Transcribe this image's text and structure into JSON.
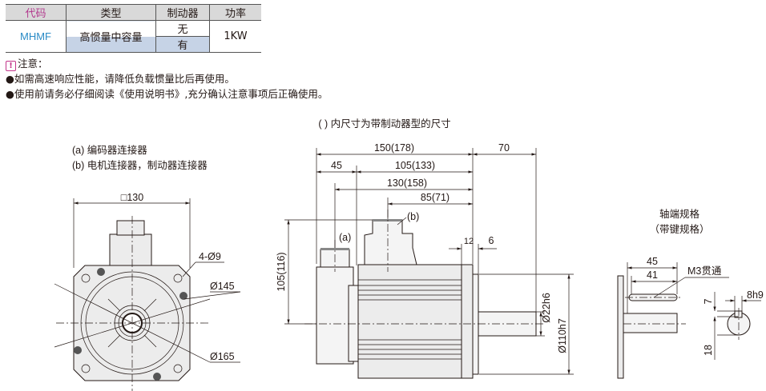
{
  "spec_table": {
    "headers": {
      "code": "代码",
      "type": "类型",
      "brake": "制动器",
      "power": "功率"
    },
    "row": {
      "code": "MHMF",
      "type": "高惯量中容量",
      "brake_options": [
        "无",
        "有"
      ],
      "power": "1KW"
    }
  },
  "notes": {
    "title": "注意：",
    "items": [
      "●如需高速响应性能，请降低负载惯量比后再使用。",
      "●使用前请务必仔细阅读《使用说明书》,充分确认注意事项后正确使用。"
    ]
  },
  "drawing": {
    "caption": "( ) 内尺寸为带制动器型的尺寸",
    "legend": [
      "(a) 编码器连接器",
      "(b) 电机连接器，制动器连接器"
    ],
    "front_view": {
      "square": "□130",
      "holes": "4-Ø9",
      "pcd": "Ø145",
      "outer": "Ø165"
    },
    "side_view": {
      "total_length": "150(178)",
      "shaft_length": "70",
      "encoder_offset": "45",
      "body_length": "105(133)",
      "connector_a_pos": "130(158)",
      "connector_b_pos": "85(71)",
      "flange_thickness": "12",
      "pilot": "6",
      "height": "105(116)",
      "shaft_dia": "Ø22h6",
      "pilot_dia": "Ø110h7",
      "label_a": "(a)",
      "label_b": "(b)"
    },
    "shaft_detail": {
      "title": "轴端规格",
      "subtitle": "（带键规格）",
      "len1": "45",
      "len2": "41",
      "thread": "M3贯通",
      "key_depth": "7",
      "shaft_h": "18",
      "key_width": "8h9"
    }
  }
}
